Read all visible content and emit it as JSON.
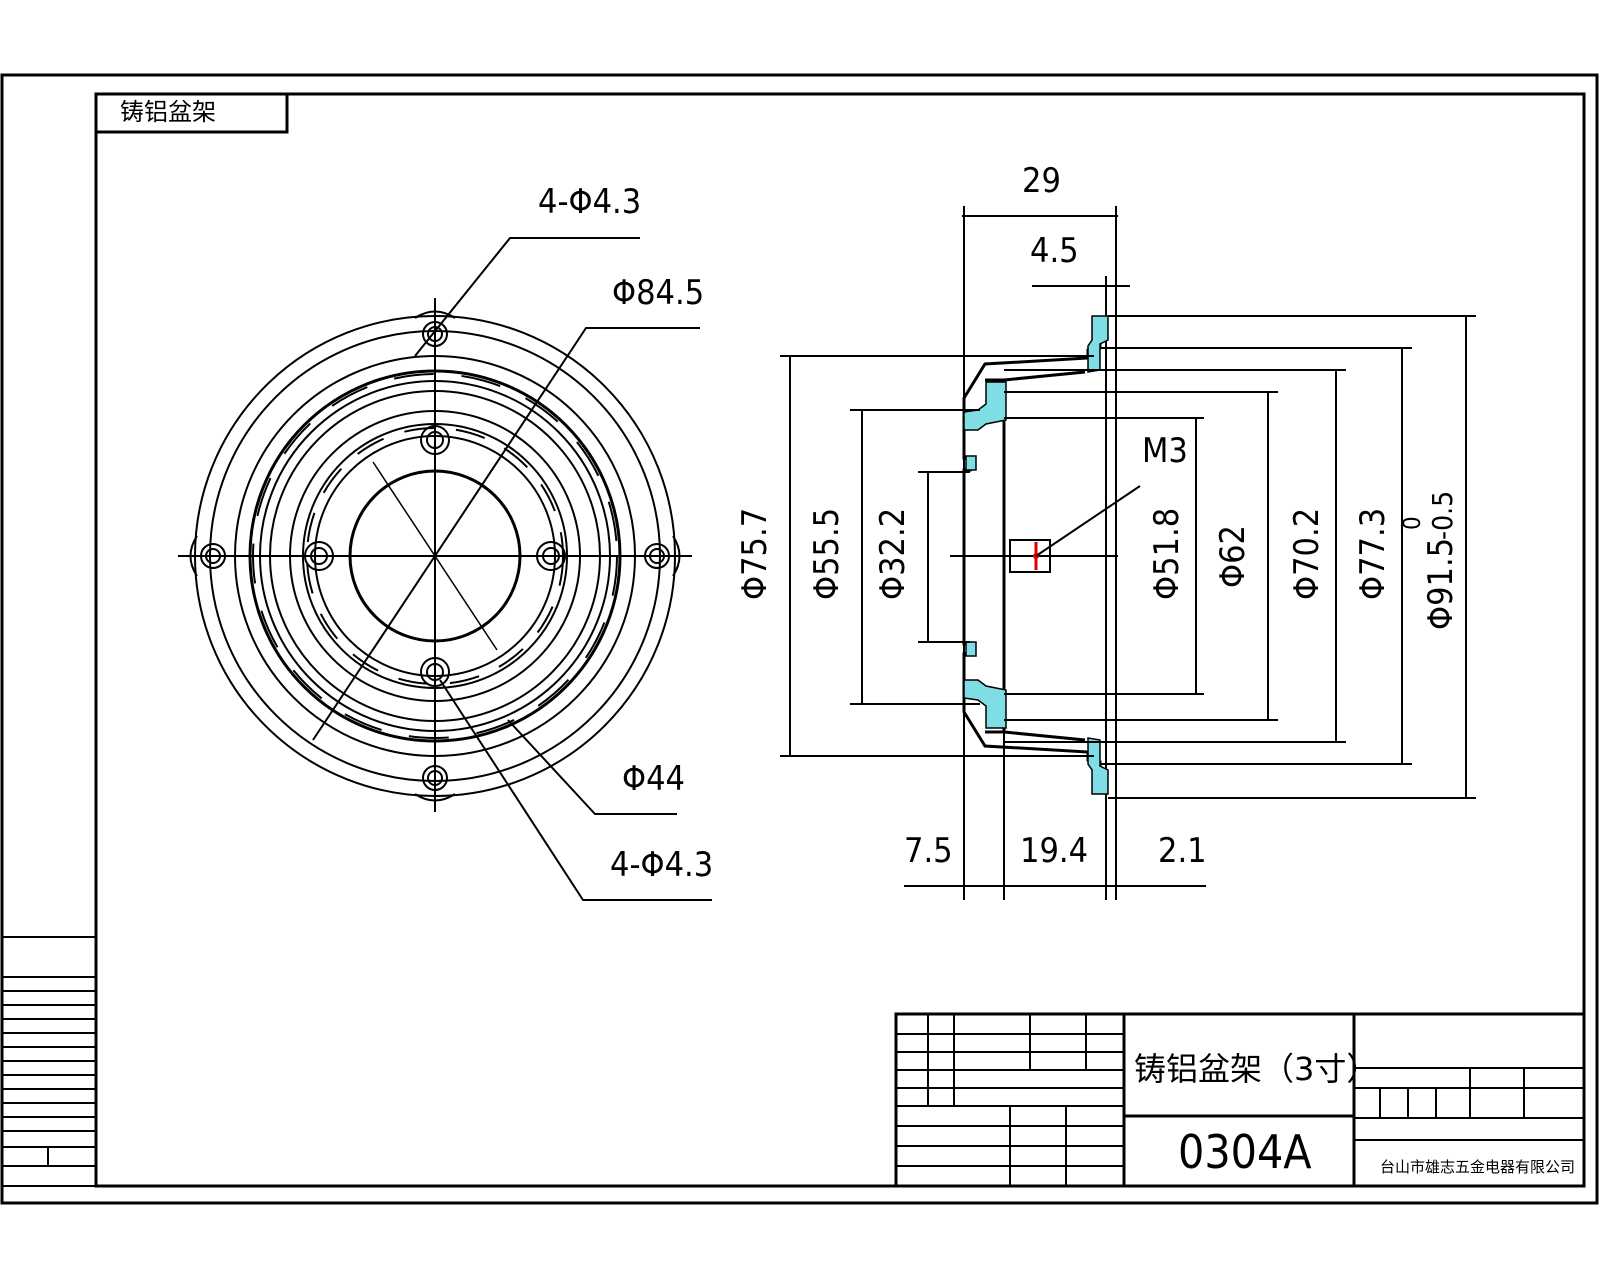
{
  "corner_label": "铸铝盆架",
  "front_view": {
    "labels": {
      "holes_top": "4-Φ4.3",
      "outer_dia": "Φ84.5",
      "inner_dia": "Φ44",
      "holes_bottom": "4-Φ4.3"
    }
  },
  "side_view": {
    "horizontal": {
      "overall": "29",
      "flange": "4.5",
      "left": "7.5",
      "mid": "19.4",
      "right": "2.1"
    },
    "thread": "M3",
    "vertical": [
      "Φ75.7",
      "Φ55.5",
      "Φ32.2",
      "Φ51.8",
      "Φ62",
      "Φ70.2",
      "Φ77.3"
    ],
    "tolerance_dim": {
      "value": "Φ91.5",
      "upper": "0",
      "lower": "-0.5"
    },
    "hatch_color": "#7fdde6",
    "marker_color": "#e00000"
  },
  "title_block": {
    "part_name": "铸铝盆架（3寸）",
    "part_number": "0304A",
    "company": "台山市雄志五金电器有限公司"
  }
}
